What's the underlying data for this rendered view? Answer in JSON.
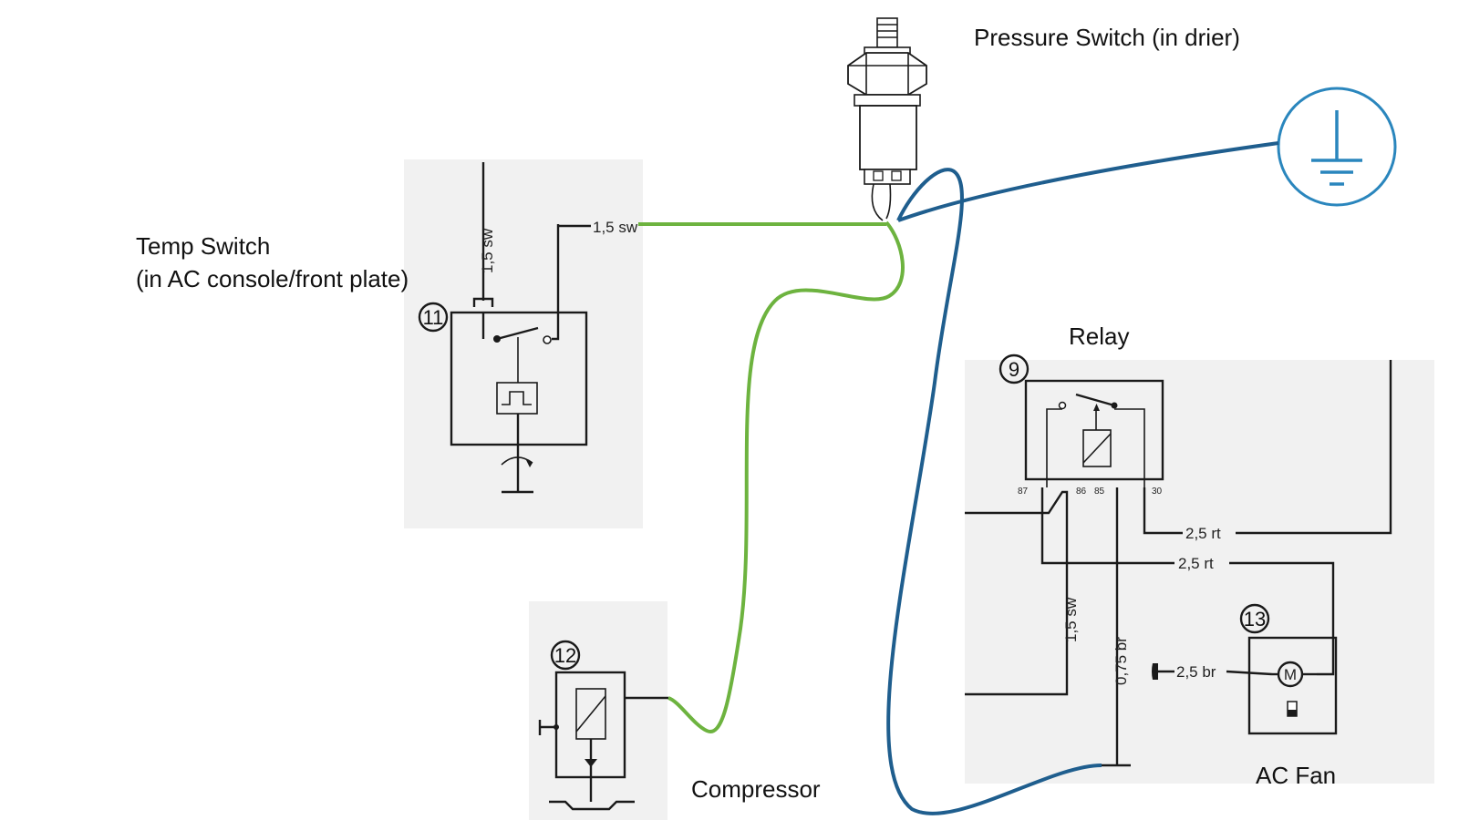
{
  "labels": {
    "pressure_switch": "Pressure Switch (in drier)",
    "temp_switch_line1": "Temp Switch",
    "temp_switch_line2": "(in AC console/front plate)",
    "relay": "Relay",
    "compressor": "Compressor",
    "ac_fan": "AC Fan"
  },
  "components": {
    "temp_switch_number": "11",
    "compressor_number": "12",
    "relay_number": "9",
    "ac_fan_number": "13"
  },
  "wires": {
    "w_15sw": "1,5 sw",
    "w_25rt": "2,5 rt",
    "w_075br": "0,75 br",
    "w_25br": "2,5 br"
  },
  "relay_pins": {
    "p87": "87",
    "p86": "86",
    "p85": "85",
    "p30": "30"
  },
  "fan_motor_letter": "M",
  "colors": {
    "green_wire": "#6db33f",
    "blue_wire": "#1f5e8e",
    "ground_symbol": "#2a86bd",
    "scan_background": "#f1f1f1",
    "ink": "#1a1a1a"
  }
}
